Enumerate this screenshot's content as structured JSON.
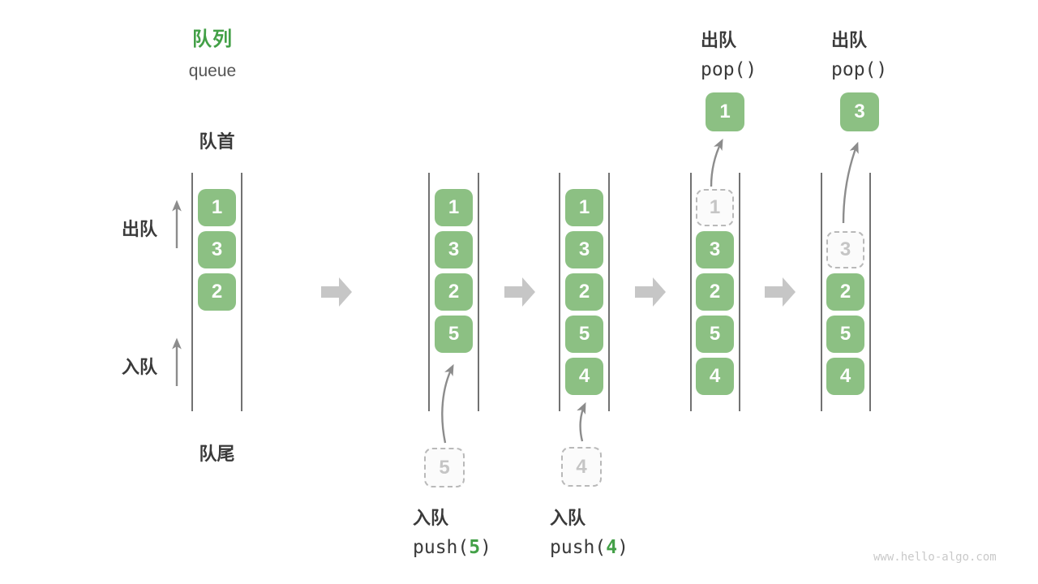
{
  "title": {
    "zh": "队列",
    "en": "queue"
  },
  "labels": {
    "front": "队首",
    "rear": "队尾",
    "dequeue": "出队",
    "enqueue": "入队"
  },
  "states": [
    {
      "items": [
        "1",
        "3",
        "2"
      ]
    },
    {
      "items": [
        "1",
        "3",
        "2",
        "5"
      ],
      "incoming": "5"
    },
    {
      "items": [
        "1",
        "3",
        "2",
        "5",
        "4"
      ],
      "incoming": "4"
    },
    {
      "items": [
        "3",
        "2",
        "5",
        "4"
      ],
      "outgoing": "1"
    },
    {
      "items": [
        "2",
        "5",
        "4"
      ],
      "outgoing": "3"
    }
  ],
  "operations": {
    "push5": {
      "label": "入队",
      "fn": "push(",
      "arg": "5",
      "close": ")"
    },
    "push4": {
      "label": "入队",
      "fn": "push(",
      "arg": "4",
      "close": ")"
    },
    "pop1": {
      "label": "出队",
      "code": "pop()"
    },
    "pop2": {
      "label": "出队",
      "code": "pop()"
    }
  },
  "watermark": "www.hello-algo.com",
  "colors": {
    "accent_green": "#43a047",
    "box_green": "#8cc083",
    "dark_text": "#3a3a3a",
    "muted_gray": "#c5c5c5",
    "arrow_gray": "#8c8c8c",
    "big_arrow_gray": "#c6c6c6",
    "wall_line": "#4f4f4f"
  }
}
